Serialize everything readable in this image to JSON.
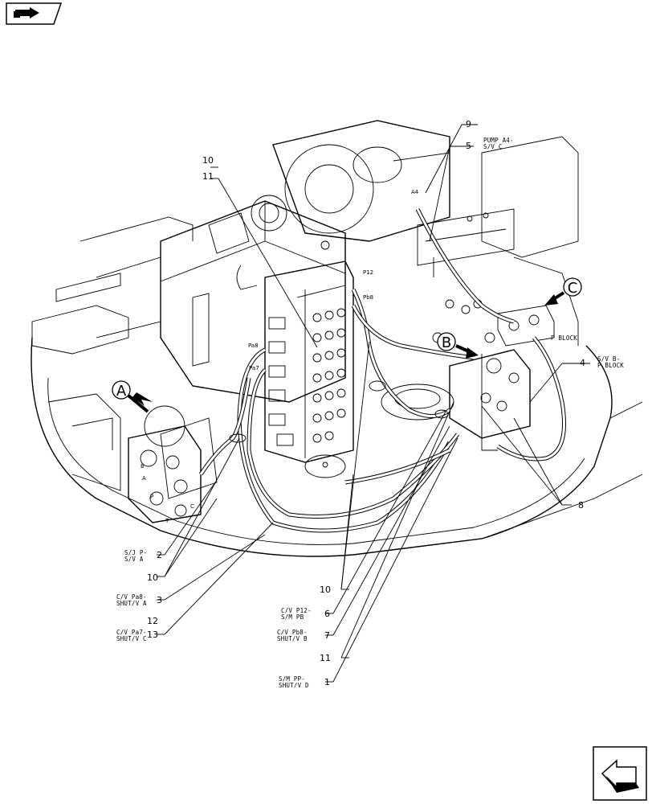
{
  "labels": {
    "pump_a4_sv_c": [
      "PUMP A4-",
      "S/V C"
    ],
    "sv_b_p_block": [
      "S/V B-",
      "P BLOCK"
    ],
    "p_block": "P BLOCK",
    "sj_p_sv_a": [
      "S/J P-",
      "S/V A"
    ],
    "cv_pa8_shutv_a": [
      "C/V Pa8-",
      "SHUT/V A"
    ],
    "cv_pa7_shutv_c": [
      "C/V Pa7-",
      "SHUT/V C"
    ],
    "cv_p12_sm_pb": [
      "C/V P12-",
      "S/M PB"
    ],
    "cv_pb8_shutv_b": [
      "C/V Pb8-",
      "SHUT/V B"
    ],
    "sm_pp_shutv_d": [
      "S/M PP-",
      "SHUT/V D"
    ]
  },
  "port_labels": {
    "a4": "A4",
    "p12": "P12",
    "pb8": "Pb8",
    "pa8": "Pa8",
    "pa7": "Pa7",
    "b": "B",
    "a": "A",
    "p": "P",
    "c": "C",
    "t": "T"
  },
  "callouts": {
    "a": "A",
    "b": "B",
    "c": "C"
  },
  "numbers": {
    "n1": "1",
    "n2": "2",
    "n3": "3",
    "n4": "4",
    "n5": "5",
    "n6": "6",
    "n7": "7",
    "n8": "8",
    "n9": "9",
    "n10_top": "10",
    "n11_top": "11",
    "n10_left": "10",
    "n12": "12",
    "n13": "13",
    "n10_right": "10",
    "n11_bottom": "11"
  },
  "icons": {
    "top_left": "nav-forward-icon",
    "bottom_right": "nav-back-icon"
  }
}
